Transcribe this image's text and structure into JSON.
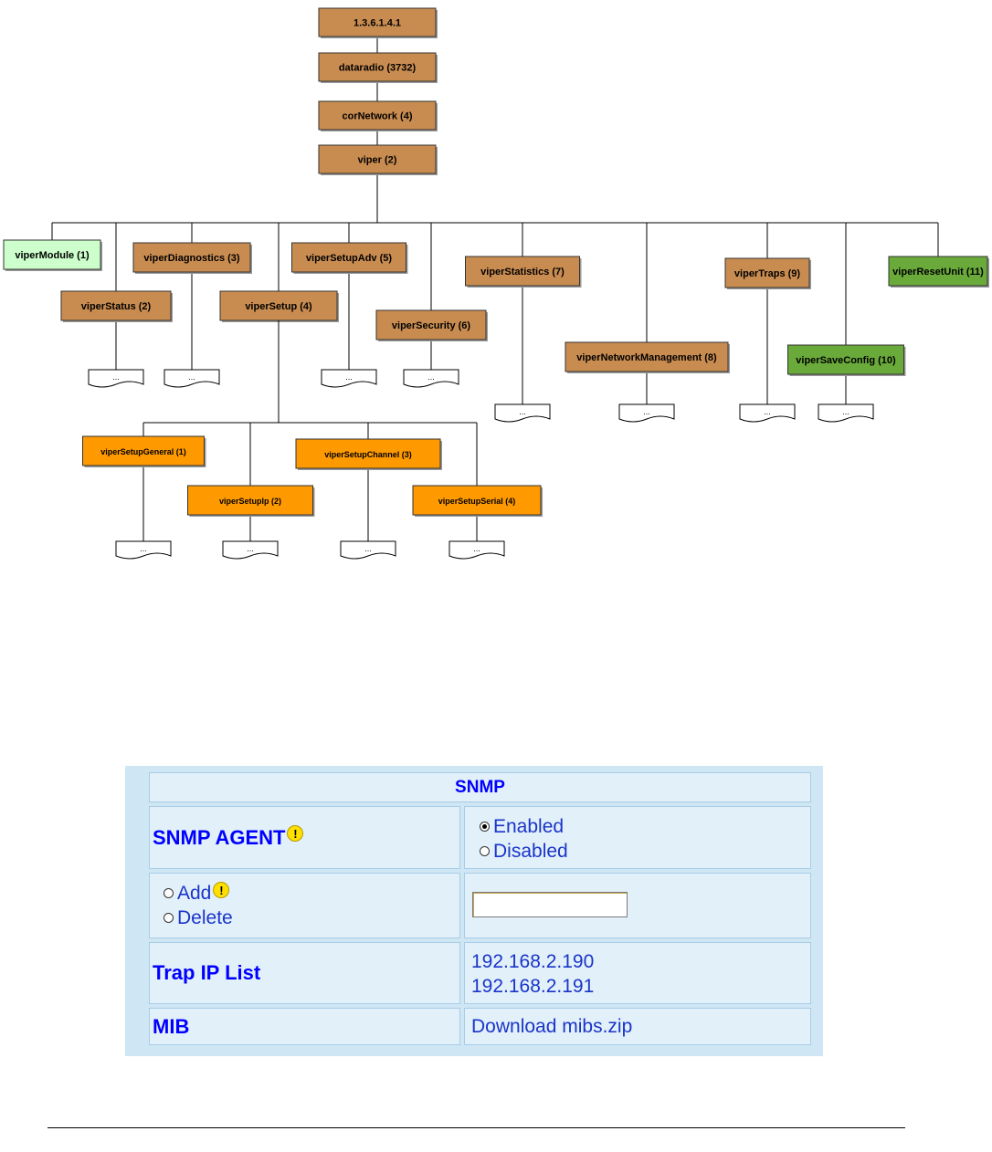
{
  "tree": {
    "root": "1.3.6.1.4.1",
    "chain": [
      "dataradio (3732)",
      "corNetwork (4)",
      "viper (2)"
    ],
    "children": [
      {
        "id": "viperModule",
        "label": "viperModule (1)",
        "color": "#ccffcc"
      },
      {
        "id": "viperStatus",
        "label": "viperStatus (2)",
        "color": "#c98c50"
      },
      {
        "id": "viperDiagnostics",
        "label": "viperDiagnostics (3)",
        "color": "#c98c50"
      },
      {
        "id": "viperSetup",
        "label": "viperSetup (4)",
        "color": "#c98c50"
      },
      {
        "id": "viperSetupAdv",
        "label": "viperSetupAdv (5)",
        "color": "#c98c50"
      },
      {
        "id": "viperSecurity",
        "label": "viperSecurity (6)",
        "color": "#c98c50"
      },
      {
        "id": "viperStatistics",
        "label": "viperStatistics (7)",
        "color": "#c98c50"
      },
      {
        "id": "viperNetworkManagement",
        "label": "viperNetworkManagement (8)",
        "color": "#c98c50"
      },
      {
        "id": "viperTraps",
        "label": "viperTraps (9)",
        "color": "#c98c50"
      },
      {
        "id": "viperSaveConfig",
        "label": "viperSaveConfig (10)",
        "color": "#6aaa3a"
      },
      {
        "id": "viperResetUnit",
        "label": "viperResetUnit (11)",
        "color": "#6aaa3a"
      }
    ],
    "setup_children": [
      {
        "id": "viperSetupGeneral",
        "label": "viperSetupGeneral (1)",
        "color": "#ff9900"
      },
      {
        "id": "viperSetupIp",
        "label": "viperSetupIp (2)",
        "color": "#ff9900"
      },
      {
        "id": "viperSetupChannel",
        "label": "viperSetupChannel (3)",
        "color": "#ff9900"
      },
      {
        "id": "viperSetupSerial",
        "label": "viperSetupSerial (4)",
        "color": "#ff9900"
      }
    ],
    "leaf_text": "...",
    "colors": {
      "main": "#c98c50",
      "module": "#ccffcc",
      "action": "#6aaa3a",
      "setup": "#ff9900",
      "line": "#000000"
    }
  },
  "snmp": {
    "title": "SNMP",
    "agent_label": "SNMP AGENT",
    "agent_options": [
      "Enabled",
      "Disabled"
    ],
    "agent_selected": "Enabled",
    "trap_options": [
      "Add",
      "Delete"
    ],
    "trap_ip_input": "",
    "trap_ip_label": "Trap IP List",
    "trap_ips": [
      "192.168.2.190",
      "192.168.2.191"
    ],
    "mib_label": "MIB",
    "mib_link": "Download mibs.zip",
    "colors": {
      "panel": "#cfe6f5",
      "cell": "#e2f0fa",
      "label": "#0000ff",
      "value": "#1a35c8"
    }
  }
}
